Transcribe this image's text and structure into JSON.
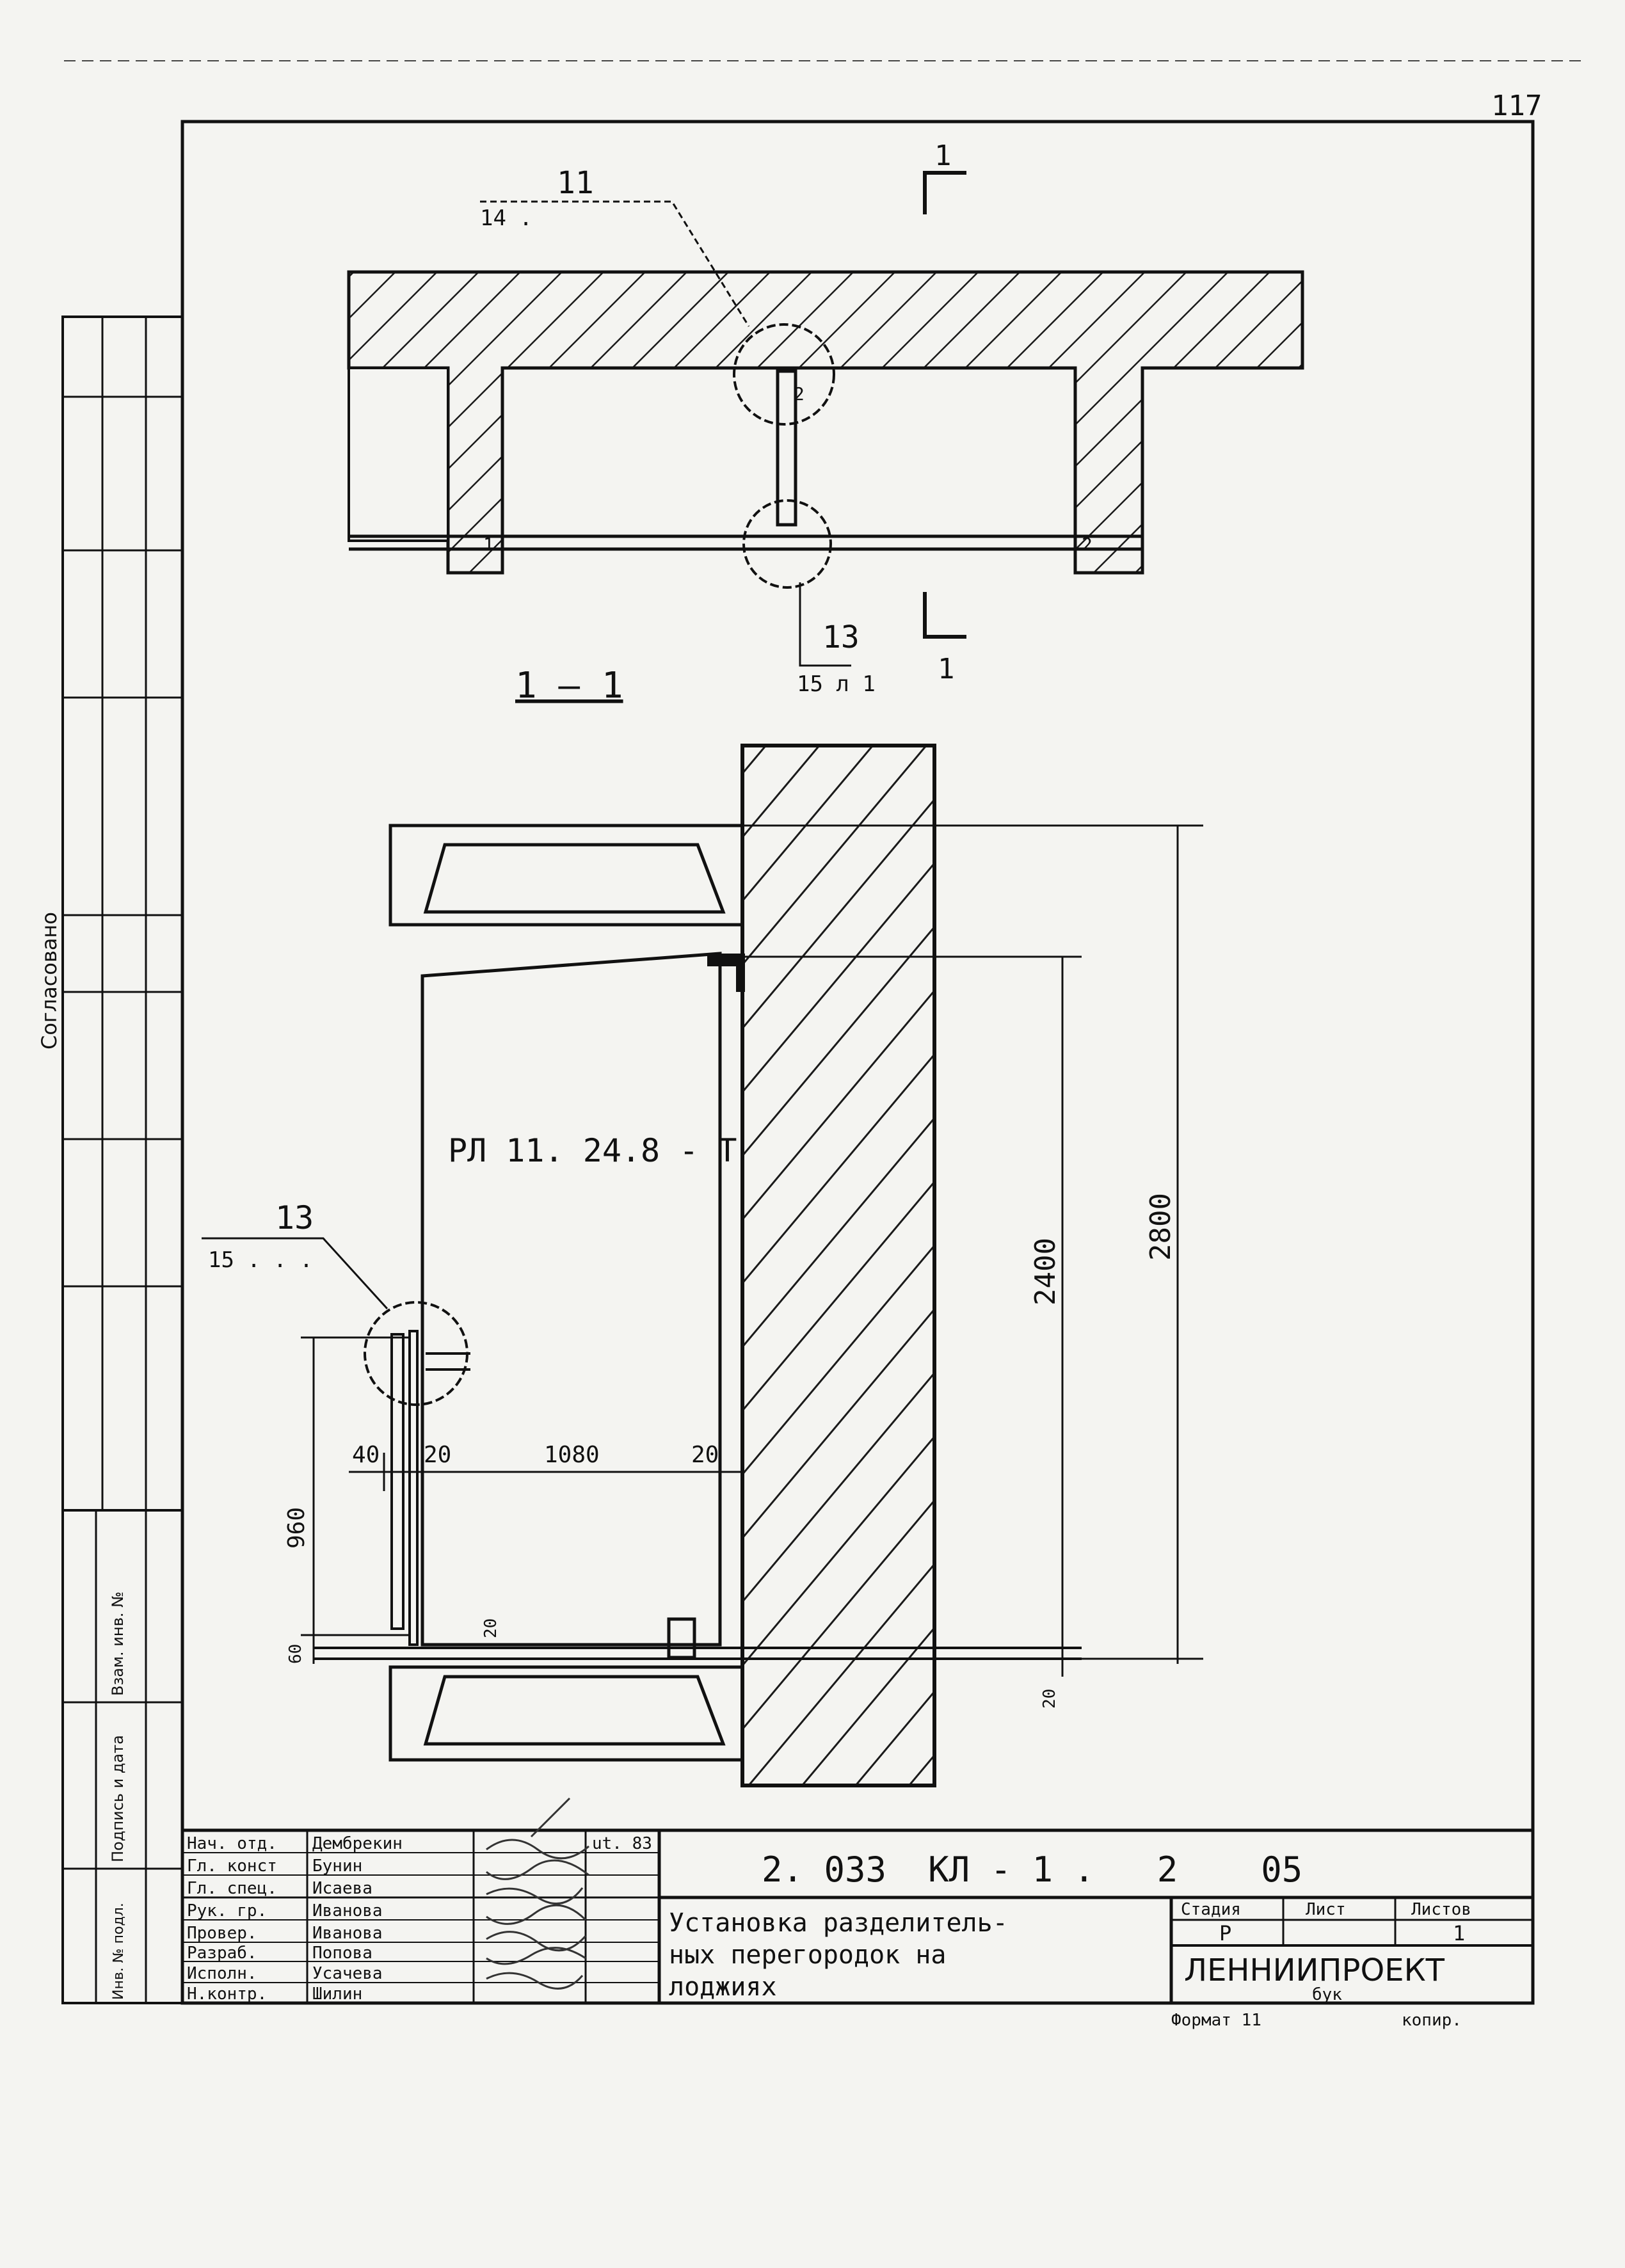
{
  "page_corner_number": "117",
  "side_stamp": {
    "agreed_label": "Согласовано",
    "replacement_inv_label": "Взам. инв. №",
    "signature_date_label": "Подпись и дата",
    "original_inv_label": "Инв. № подл."
  },
  "plan_view": {
    "callout_top": {
      "number": "11",
      "sheet_ref": "14 ."
    },
    "callout_bottom": {
      "number": "13",
      "sheet_ref": "15 л 1"
    },
    "section_mark": "1",
    "marks": [
      "1",
      "2",
      "2"
    ]
  },
  "section_view": {
    "title": "1 — 1",
    "panel_mark": "РЛ 11. 24.8 - Т",
    "callout_left": {
      "number": "13",
      "sheet_ref": "15 . . ."
    },
    "dimensions": {
      "d40": "40",
      "d20_left": "20",
      "d1080": "1080",
      "d20_right": "20",
      "d960": "960",
      "d60": "60",
      "d20_bottom": "20",
      "d20_right_bottom": "20",
      "d2400": "2400",
      "d2800": "2800"
    }
  },
  "title_block": {
    "roles": [
      "Нач. отд.",
      "Гл. конст",
      "Гл. спец.",
      "Рук. гр.",
      "Провер.",
      "Разраб.",
      "Исполн.",
      "Н.контр."
    ],
    "names": [
      "Дембрекин",
      "Бунин",
      "Исаева",
      "Иванова",
      "Иванова",
      "Попова",
      "Усачева",
      "Шилин"
    ],
    "approved_label": "ut. 83",
    "document_code": "2. 033  КЛ - 1 .   2    05",
    "title_lines": [
      "Установка разделитель-",
      "ных перегородок на",
      "лоджиях"
    ],
    "stage_label": "Стадия",
    "sheet_label": "Лист",
    "sheets_label": "Листов",
    "stage_value": "Р",
    "sheet_value": "",
    "sheets_value": "1",
    "organization": "ЛЕННИИПРОЕКТ",
    "org_sub": "бук",
    "format_label": "Формат 11",
    "copy_note": "копир."
  }
}
